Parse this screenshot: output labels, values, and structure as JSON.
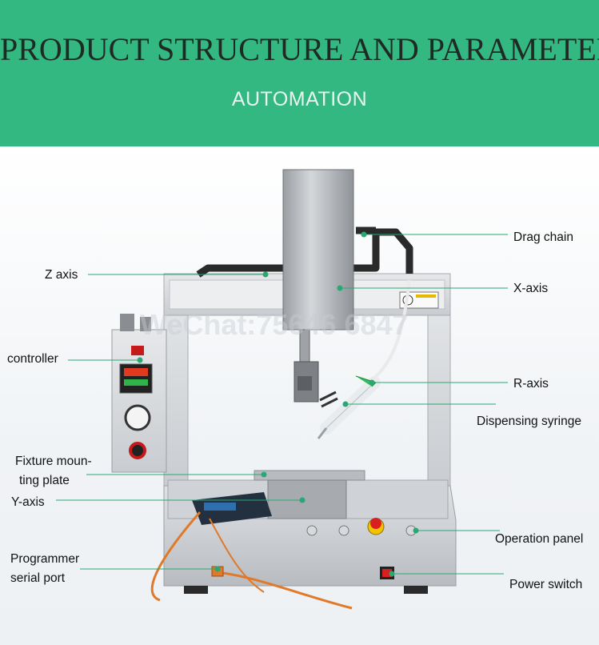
{
  "header": {
    "title": "PRODUCT STRUCTURE AND PARAMETERS",
    "subtitle": "AUTOMATION"
  },
  "watermark": "WeChat:75646 6847",
  "labels": {
    "drag_chain": "Drag chain",
    "z_axis": "Z axis",
    "x_axis": "X-axis",
    "controller": "controller",
    "r_axis": "R-axis",
    "dispensing_syringe": "Dispensing syringe",
    "fixture_line1": "Fixture moun-",
    "fixture_line2": "ting plate",
    "y_axis": "Y-axis",
    "operation_panel": "Operation panel",
    "programmer_line1": "Programmer",
    "programmer_line2": "serial port",
    "power_switch": "Power switch"
  },
  "colors": {
    "header_bg": "#33b882",
    "leader_line": "#2aa874",
    "stop_button": "#d92020"
  }
}
